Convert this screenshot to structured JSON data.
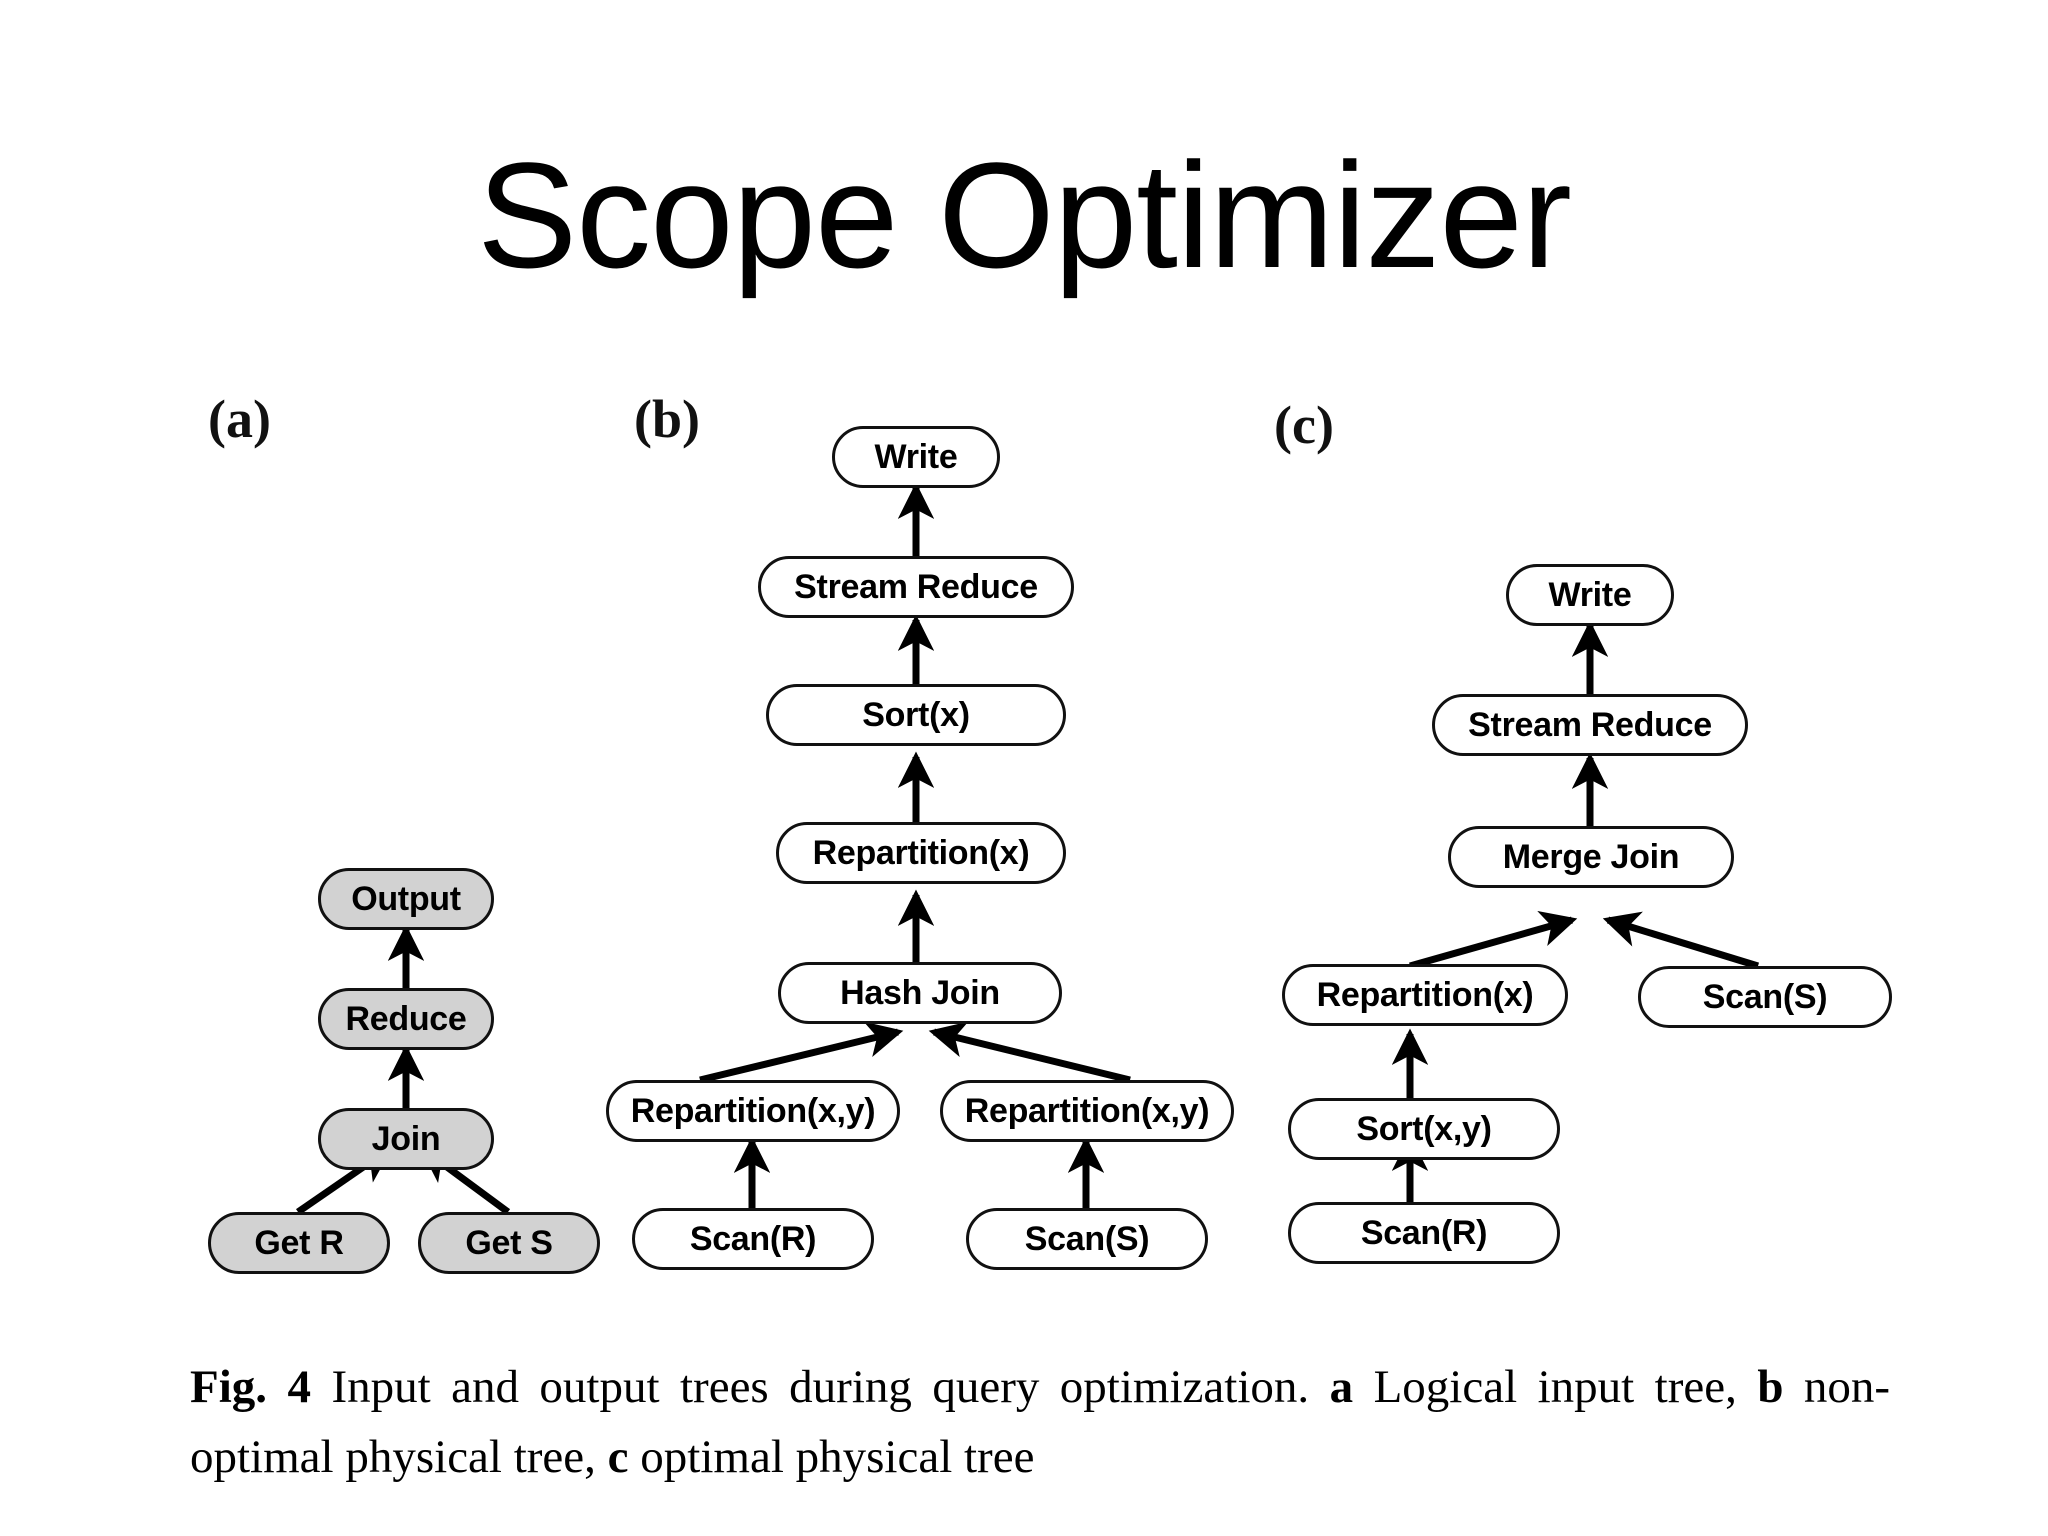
{
  "slide": {
    "title": "Scope Optimizer"
  },
  "figure": {
    "panel_labels": [
      {
        "id": "a",
        "text": "(a)"
      },
      {
        "id": "b",
        "text": "(b)"
      },
      {
        "id": "c",
        "text": "(c)"
      }
    ],
    "colors": {
      "node_fill_logical": "#d2d2d2",
      "node_fill_physical": "#ffffff",
      "node_stroke": "#111111",
      "edge": "#000000",
      "background": "#ffffff",
      "text": "#000000"
    },
    "panel_a": {
      "label": "(a)",
      "style": "gray",
      "nodes": [
        {
          "id": "a_output",
          "label": "Output"
        },
        {
          "id": "a_reduce",
          "label": "Reduce"
        },
        {
          "id": "a_join",
          "label": "Join"
        },
        {
          "id": "a_getr",
          "label": "Get R"
        },
        {
          "id": "a_gets",
          "label": "Get S"
        }
      ],
      "edges": [
        {
          "from": "a_reduce",
          "to": "a_output"
        },
        {
          "from": "a_join",
          "to": "a_reduce"
        },
        {
          "from": "a_getr",
          "to": "a_join"
        },
        {
          "from": "a_gets",
          "to": "a_join"
        }
      ]
    },
    "panel_b": {
      "label": "(b)",
      "style": "white",
      "nodes": [
        {
          "id": "b_write",
          "label": "Write"
        },
        {
          "id": "b_streamreduce",
          "label": "Stream Reduce"
        },
        {
          "id": "b_sortx",
          "label": "Sort(x)"
        },
        {
          "id": "b_repartx",
          "label": "Repartition(x)"
        },
        {
          "id": "b_hashjoin",
          "label": "Hash Join"
        },
        {
          "id": "b_repartxy_l",
          "label": "Repartition(x,y)"
        },
        {
          "id": "b_repartxy_r",
          "label": "Repartition(x,y)"
        },
        {
          "id": "b_scanr",
          "label": "Scan(R)"
        },
        {
          "id": "b_scans",
          "label": "Scan(S)"
        }
      ],
      "edges": [
        {
          "from": "b_streamreduce",
          "to": "b_write"
        },
        {
          "from": "b_sortx",
          "to": "b_streamreduce"
        },
        {
          "from": "b_repartx",
          "to": "b_sortx"
        },
        {
          "from": "b_hashjoin",
          "to": "b_repartx"
        },
        {
          "from": "b_repartxy_l",
          "to": "b_hashjoin"
        },
        {
          "from": "b_repartxy_r",
          "to": "b_hashjoin"
        },
        {
          "from": "b_scanr",
          "to": "b_repartxy_l"
        },
        {
          "from": "b_scans",
          "to": "b_repartxy_r"
        }
      ]
    },
    "panel_c": {
      "label": "(c)",
      "style": "white",
      "nodes": [
        {
          "id": "c_write",
          "label": "Write"
        },
        {
          "id": "c_streamreduce",
          "label": "Stream Reduce"
        },
        {
          "id": "c_mergejoin",
          "label": "Merge Join"
        },
        {
          "id": "c_repartx",
          "label": "Repartition(x)"
        },
        {
          "id": "c_scans",
          "label": "Scan(S)"
        },
        {
          "id": "c_sortxy",
          "label": "Sort(x,y)"
        },
        {
          "id": "c_scanr",
          "label": "Scan(R)"
        }
      ],
      "edges": [
        {
          "from": "c_streamreduce",
          "to": "c_write"
        },
        {
          "from": "c_mergejoin",
          "to": "c_streamreduce"
        },
        {
          "from": "c_repartx",
          "to": "c_mergejoin"
        },
        {
          "from": "c_scans",
          "to": "c_mergejoin"
        },
        {
          "from": "c_sortxy",
          "to": "c_repartx"
        },
        {
          "from": "c_scanr",
          "to": "c_sortxy"
        }
      ]
    }
  },
  "caption": {
    "figure_number": "Fig. 4",
    "main_text": "Input and output trees during query optimization.",
    "part_a_marker": "a",
    "part_a_text": "Logical input tree,",
    "part_b_marker": "b",
    "part_b_text": "non-optimal physical tree,",
    "part_c_marker": "c",
    "part_c_text": "optimal physical tree"
  }
}
